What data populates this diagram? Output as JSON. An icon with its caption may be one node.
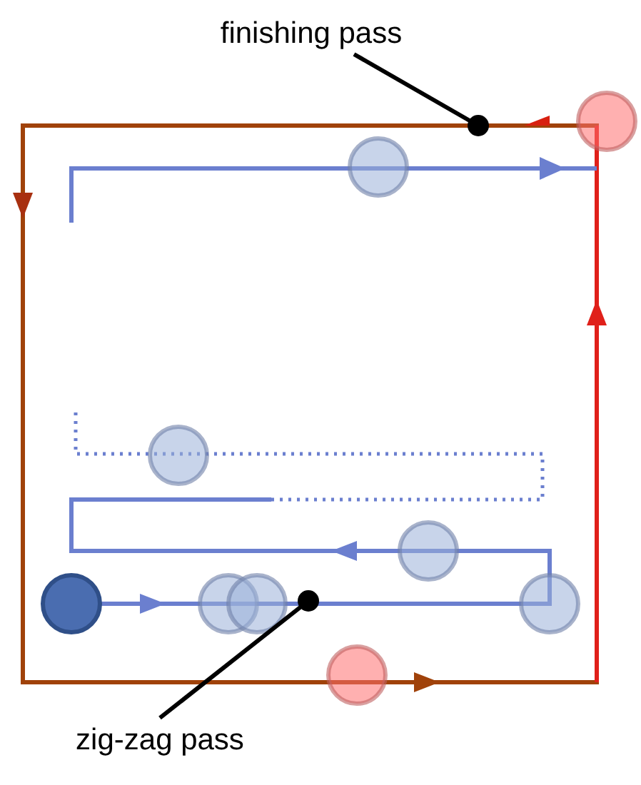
{
  "diagram": {
    "nodes": [
      {
        "text": [
          "finishing pass"
        ]
      },
      {
        "text": [
          "zig-zag pass"
        ]
      }
    ],
    "edges": [
      {
        "from": 0,
        "to": null,
        "arrow": "other"
      },
      {
        "from": 1,
        "to": null,
        "arrow": "other"
      }
    ]
  }
}
